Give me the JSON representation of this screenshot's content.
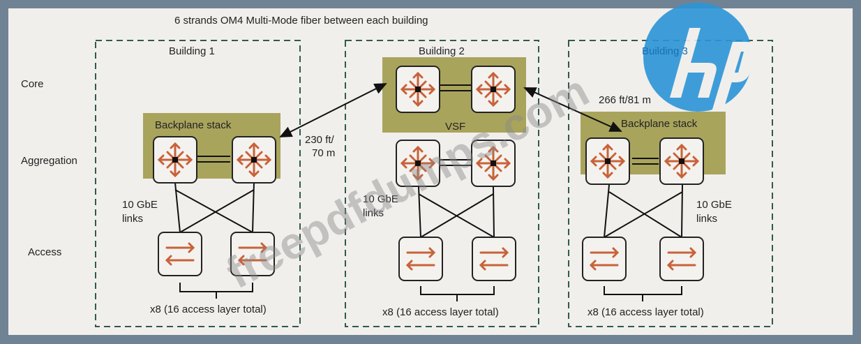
{
  "title": "6 strands OM4 Multi-Mode fiber between each building",
  "layers": {
    "core": "Core",
    "aggregation": "Aggregation",
    "access": "Access"
  },
  "buildings": [
    {
      "name": "Building 1",
      "stack_label": "Backplane stack",
      "links_line1": "10 GbE",
      "links_line2": "links",
      "access_total": "x8 (16 access layer total)"
    },
    {
      "name": "Building 2",
      "stack_label": "VSF",
      "links_line1": "10 GbE",
      "links_line2": "links",
      "access_total": "x8 (16 access layer total)"
    },
    {
      "name": "Building 3",
      "stack_label": "Backplane stack",
      "links_line1": "10 GbE",
      "links_line2": "links",
      "access_total": "x8 (16 access layer total)"
    }
  ],
  "distances": {
    "b1_b2_line1": "230 ft/",
    "b1_b2_line2": "70 m",
    "b2_b3": "266 ft/81 m"
  },
  "watermark": "freepdfdumps.com",
  "logo": "hp",
  "colors": {
    "background": "#6f8394",
    "olive": "#a9a45c",
    "icon": "#c8623a",
    "dash": "#2f5a4e",
    "hp_blue": "#2b95d8"
  }
}
